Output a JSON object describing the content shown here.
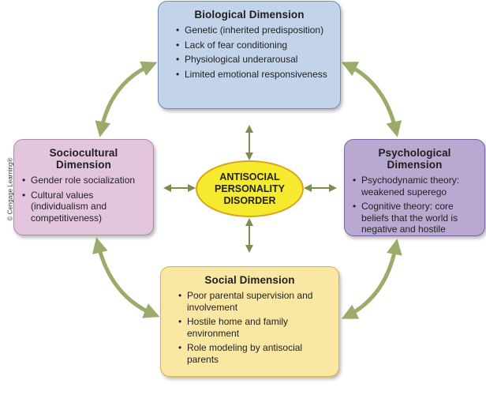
{
  "center": {
    "lines": [
      "ANTISOCIAL",
      "PERSONALITY",
      "DISORDER"
    ]
  },
  "boxes": {
    "biological": {
      "title": "Biological Dimension",
      "items": [
        "Genetic (inherited predisposition)",
        "Lack of fear conditioning",
        "Physiological underarousal",
        "Limited emotional responsiveness"
      ]
    },
    "psychological": {
      "title": "Psychological Dimension",
      "items": [
        "Psychodynamic theory: weakened superego",
        "Cognitive theory: core beliefs that the world is negative and hostile"
      ]
    },
    "social": {
      "title": "Social Dimension",
      "items": [
        "Poor parental supervision and involvement",
        "Hostile home and family environment",
        "Role modeling by antisocial parents"
      ]
    },
    "sociocultural": {
      "title": "Sociocultural Dimension",
      "items": [
        "Gender role socialization",
        "Cultural values (individualism and competitiveness)"
      ]
    }
  },
  "credit": "© Cengage Learning®",
  "colors": {
    "arrow": "#9aab6a",
    "biological_fill": "#c3d4ea",
    "psychological_fill": "#b9a9d1",
    "social_fill": "#fbe7a4",
    "sociocultural_fill": "#e3c6de",
    "center_fill": "#f6ea2e"
  }
}
